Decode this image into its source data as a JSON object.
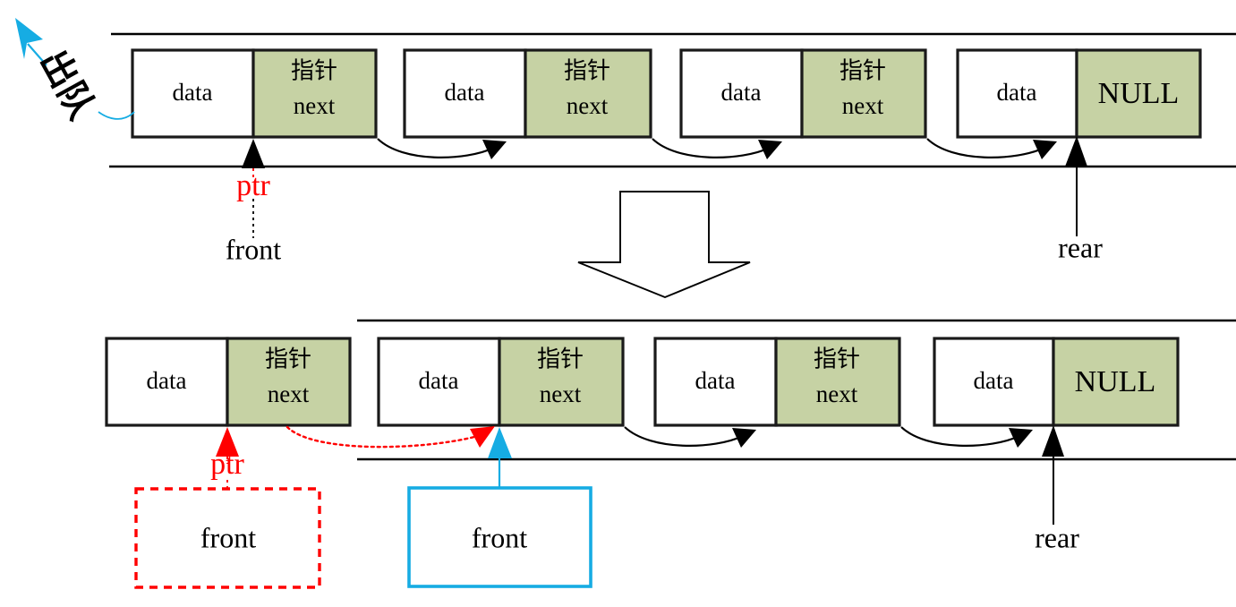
{
  "diagram": {
    "title_annotation": "出队",
    "colors": {
      "next_field_fill": "#c6d2a4",
      "accent_red": "#ff0000",
      "accent_cyan": "#16ace3",
      "stroke_black": "#1a1a1a"
    },
    "top_row": {
      "nodes": [
        {
          "data_label": "data",
          "next_label_cjk": "指针",
          "next_label_en": "next"
        },
        {
          "data_label": "data",
          "next_label_cjk": "指针",
          "next_label_en": "next"
        },
        {
          "data_label": "data",
          "next_label_cjk": "指针",
          "next_label_en": "next"
        },
        {
          "data_label": "data",
          "next_label_null": "NULL"
        }
      ],
      "pointers": [
        {
          "name": "ptr",
          "label": "ptr",
          "color": "#ff0000"
        },
        {
          "name": "front",
          "label": "front",
          "color": "#000000"
        },
        {
          "name": "rear",
          "label": "rear",
          "color": "#000000"
        }
      ]
    },
    "bottom_row": {
      "nodes": [
        {
          "data_label": "data",
          "next_label_cjk": "指针",
          "next_label_en": "next"
        },
        {
          "data_label": "data",
          "next_label_cjk": "指针",
          "next_label_en": "next"
        },
        {
          "data_label": "data",
          "next_label_cjk": "指针",
          "next_label_en": "next"
        },
        {
          "data_label": "data",
          "next_label_null": "NULL"
        }
      ],
      "pointers": [
        {
          "name": "ptr",
          "label": "ptr",
          "color": "#ff0000"
        },
        {
          "name": "front-old",
          "label": "front",
          "color": "#000000",
          "box": "dashed-red"
        },
        {
          "name": "front-new",
          "label": "front",
          "color": "#000000",
          "box": "solid-cyan"
        },
        {
          "name": "rear",
          "label": "rear",
          "color": "#000000"
        }
      ]
    }
  }
}
